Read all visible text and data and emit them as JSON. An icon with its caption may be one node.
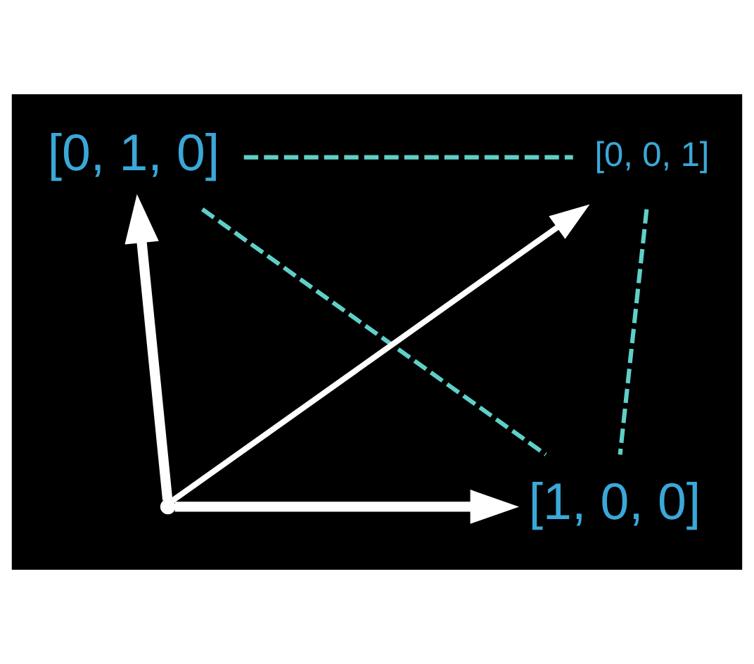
{
  "diagram": {
    "nodes": [
      {
        "text": [
          "[0, 1, 0]"
        ]
      },
      {
        "text": [
          "[0, 0, 1]"
        ]
      },
      {
        "text": [],
        "shape": "point"
      },
      {
        "text": [
          "[1, 0, 0]"
        ]
      }
    ],
    "edges": [
      {
        "from": 2,
        "to": 0,
        "arrow": "to",
        "style": "thick",
        "color": "#ffffff"
      },
      {
        "from": 2,
        "to": 1,
        "arrow": "to",
        "color": "#ffffff"
      },
      {
        "from": 2,
        "to": 3,
        "arrow": "to",
        "style": "thick",
        "color": "#ffffff"
      },
      {
        "from": 0,
        "to": 3,
        "arrow": "none",
        "style": "dashed",
        "color": "#5fd0c8"
      },
      {
        "from": 0,
        "to": 1,
        "arrow": "none",
        "style": "dashed",
        "color": "#5fd0c8"
      },
      {
        "from": 1,
        "to": 3,
        "arrow": "none",
        "style": "dashed",
        "color": "#5fd0c8"
      }
    ]
  }
}
